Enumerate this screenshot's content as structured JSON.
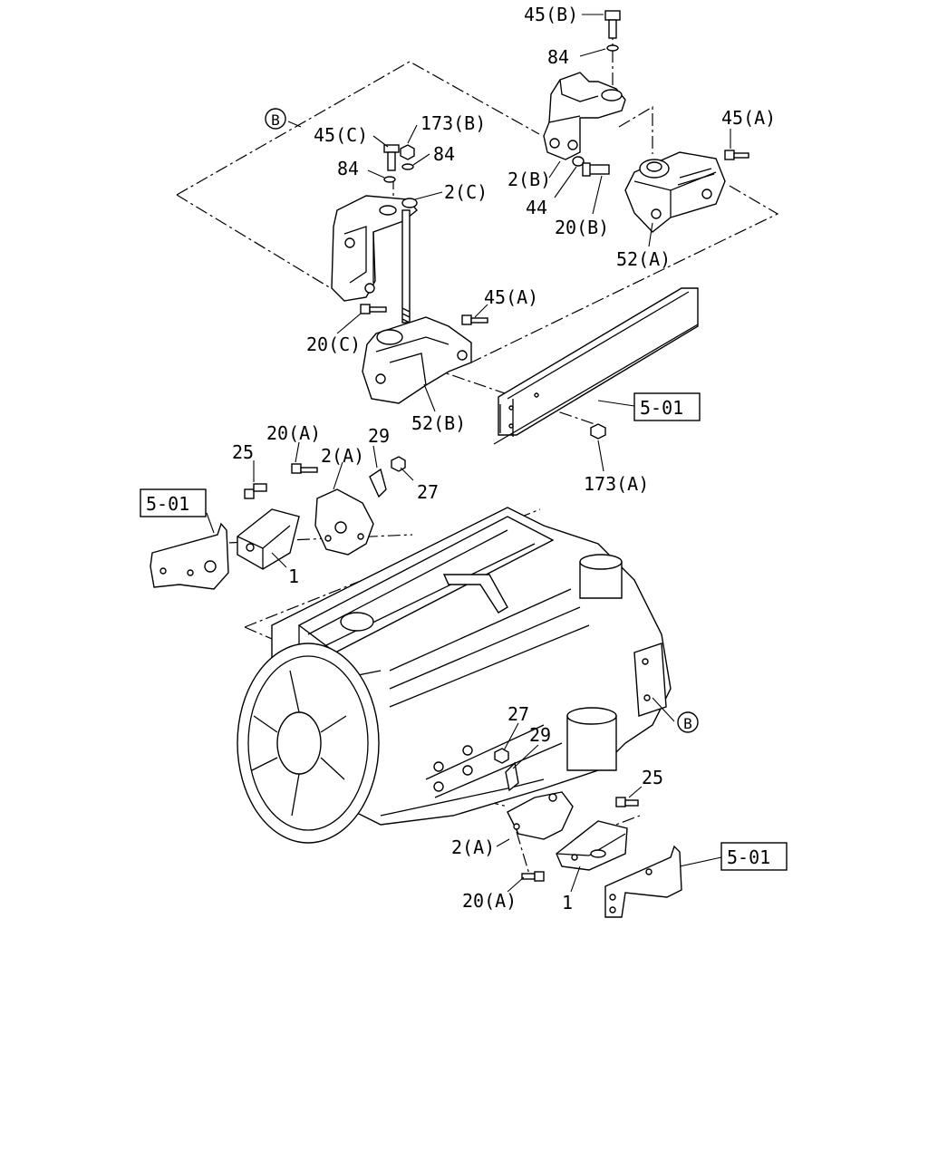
{
  "diagram": {
    "callouts": {
      "c45b": "45(B)",
      "c84a": "84",
      "c45c": "45(C)",
      "c173b": "173(B)",
      "c84b": "84",
      "c84c": "84",
      "c2c": "2(C)",
      "c45a1": "45(A)",
      "c2b": "2(B)",
      "c44": "44",
      "c20b": "20(B)",
      "c52a": "52(A)",
      "c45a2": "45(A)",
      "c20c": "20(C)",
      "c52b": "52(B)",
      "c173a": "173(A)",
      "c20a1": "20(A)",
      "c25a": "25",
      "c2a1": "2(A)",
      "c29a": "29",
      "c27a": "27",
      "c1a": "1",
      "c27b": "27",
      "c29b": "29",
      "c25b": "25",
      "c2a2": "2(A)",
      "c20a2": "20(A)",
      "c1b": "1"
    },
    "refs": {
      "r1": "5-01",
      "r2": "5-01",
      "r3": "5-01"
    },
    "markers": {
      "m1": "B",
      "m2": "B"
    }
  }
}
